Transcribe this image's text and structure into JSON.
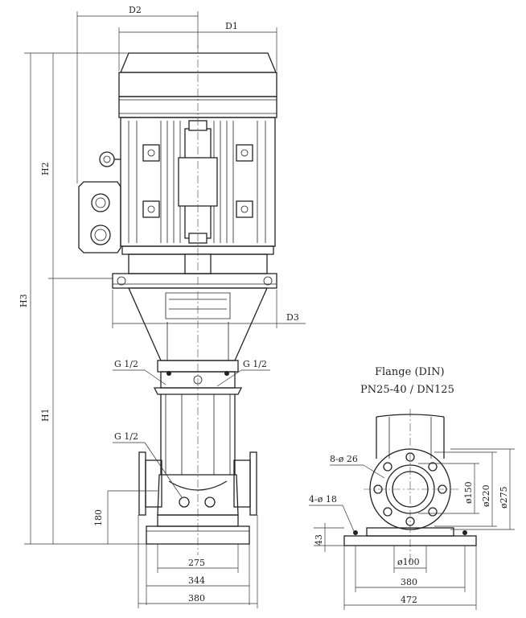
{
  "dimensions": {
    "D1": "D1",
    "D2": "D2",
    "D3": "D3",
    "H1": "H1",
    "H2": "H2",
    "H3": "H3",
    "h180": "180",
    "w275": "275",
    "w344": "344",
    "w380": "380",
    "h43": "43",
    "w100": "ø100",
    "w380b": "380",
    "w472": "472",
    "d150": "ø150",
    "d220": "ø220",
    "d275": "ø275"
  },
  "connections": {
    "g_left_top": "G 1/2",
    "g_right_top": "G 1/2",
    "g_left_low": "G 1/2"
  },
  "flange": {
    "title_line1": "Flange (DIN)",
    "title_line2": "PN25-40 / DN125",
    "bolt_holes": "8-ø 26",
    "anchor_holes": "4-ø 18"
  },
  "colors": {
    "line": "#222222",
    "background": "#ffffff"
  }
}
